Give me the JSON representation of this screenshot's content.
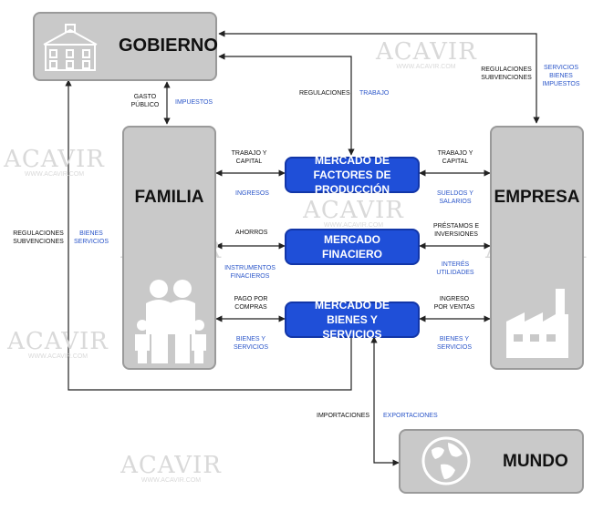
{
  "nodes": {
    "gobierno": "GOBIERNO",
    "familia": "FAMILIA",
    "empresa": "EMPRESA",
    "mundo": "MUNDO",
    "mercado_factores": "MERCADO DE FACTORES DE PRODUCCIÓN",
    "mercado_financiero": "MERCADO FINACIERO",
    "mercado_bienes": "MERCADO DE BIENES Y SERVICIOS"
  },
  "labels": {
    "gasto_publico": "GASTO PÚBLICO",
    "impuestos": "IMPUESTOS",
    "regulaciones": "REGULACIONES",
    "trabajo": "TRABAJO",
    "reg_sub_right": "REGULACIONES SUBVENCIONES",
    "servicios_bienes_impuestos": "SERVICIOS BIENES IMPUESTOS",
    "reg_sub_left": "REGULACIONES SUBVENCIONES",
    "bienes_servicios_left": "BIENES SERVICIOS",
    "trabajo_capital_l": "TRABAJO Y CAPITAL",
    "ingresos": "INGRESOS",
    "ahorros": "AHORROS",
    "instrumentos": "INSTRUMENTOS FINACIEROS",
    "pago_compras": "PAGO POR COMPRAS",
    "bienes_servicios_l": "BIENES Y SERVICIOS",
    "trabajo_capital_r": "TRABAJO Y CAPITAL",
    "sueldos_salarios": "SUELDOS Y SALARIOS",
    "prestamos": "PRÉSTAMOS E INVERSIONES",
    "interes": "INTERÉS UTILIDADES",
    "ingreso_ventas": "INGRESO POR VENTAS",
    "bienes_servicios_r": "BIENES Y SERVICIOS",
    "importaciones": "IMPORTACIONES",
    "exportaciones": "EXPORTACIONES"
  },
  "watermark": {
    "brand": "ACAVIR",
    "url": "WWW.ACAVIR.COM"
  },
  "colors": {
    "box_fill": "#c9c9c9",
    "market_fill": "#1f4fd8",
    "accent_text": "#2b56c9",
    "arrow": "#222222"
  }
}
